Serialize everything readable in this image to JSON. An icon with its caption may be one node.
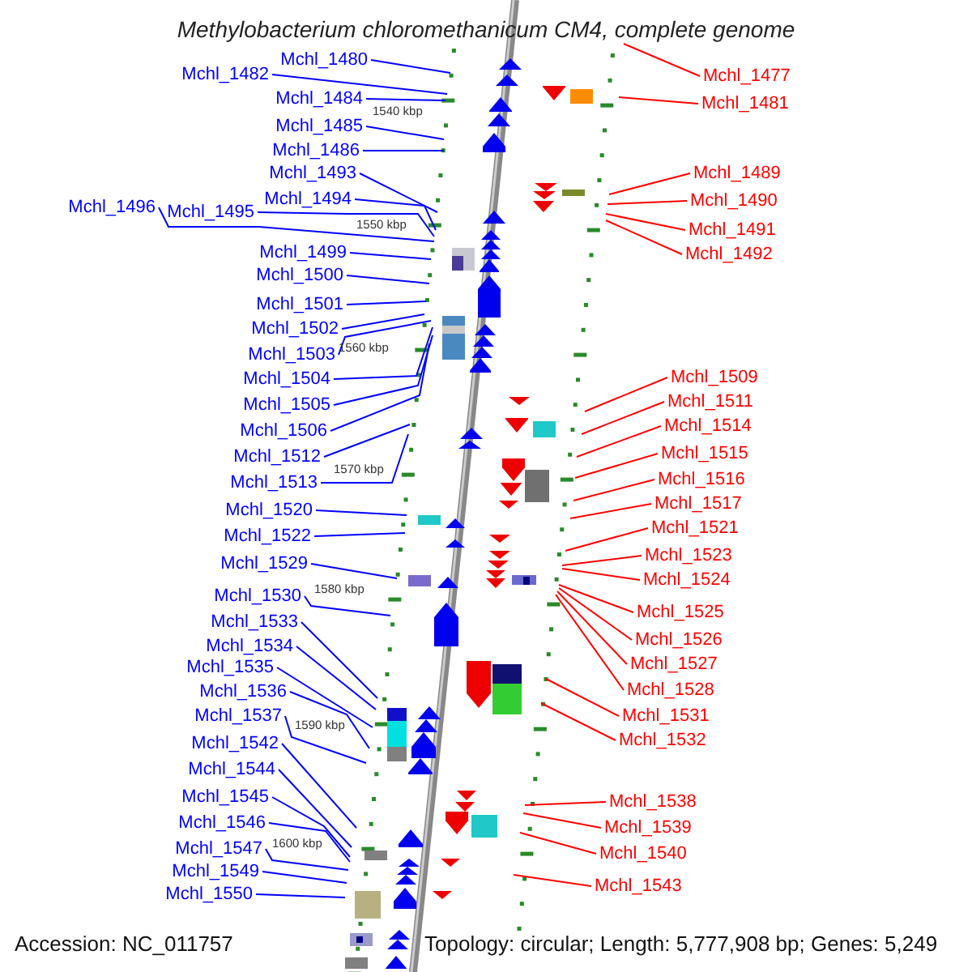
{
  "diagram": {
    "title": "Methylobacterium chloromethanicum CM4, complete genome",
    "nodes": [
      {
        "text": [
          "Mchl_1480"
        ]
      },
      {
        "text": [
          "Mchl_1482"
        ]
      },
      {
        "text": [
          "Mchl_1484"
        ]
      },
      {
        "text": [
          "Mchl_1485"
        ]
      },
      {
        "text": [
          "Mchl_1486"
        ]
      },
      {
        "text": [
          "Mchl_1493"
        ]
      },
      {
        "text": [
          "Mchl_1494"
        ]
      },
      {
        "text": [
          "Mchl_1496"
        ]
      },
      {
        "text": [
          "Mchl_1495"
        ]
      },
      {
        "text": [
          "Mchl_1499"
        ]
      },
      {
        "text": [
          "Mchl_1500"
        ]
      },
      {
        "text": [
          "Mchl_1501"
        ]
      },
      {
        "text": [
          "Mchl_1502"
        ]
      },
      {
        "text": [
          "Mchl_1503"
        ]
      },
      {
        "text": [
          "Mchl_1504"
        ]
      },
      {
        "text": [
          "Mchl_1505"
        ]
      },
      {
        "text": [
          "Mchl_1506"
        ]
      },
      {
        "text": [
          "Mchl_1512"
        ]
      },
      {
        "text": [
          "Mchl_1513"
        ]
      },
      {
        "text": [
          "Mchl_1520"
        ]
      },
      {
        "text": [
          "Mchl_1522"
        ]
      },
      {
        "text": [
          "Mchl_1529"
        ]
      },
      {
        "text": [
          "Mchl_1530"
        ]
      },
      {
        "text": [
          "Mchl_1533"
        ]
      },
      {
        "text": [
          "Mchl_1534"
        ]
      },
      {
        "text": [
          "Mchl_1535"
        ]
      },
      {
        "text": [
          "Mchl_1536"
        ]
      },
      {
        "text": [
          "Mchl_1537"
        ]
      },
      {
        "text": [
          "Mchl_1542"
        ]
      },
      {
        "text": [
          "Mchl_1544"
        ]
      },
      {
        "text": [
          "Mchl_1545"
        ]
      },
      {
        "text": [
          "Mchl_1546"
        ]
      },
      {
        "text": [
          "Mchl_1547"
        ]
      },
      {
        "text": [
          "Mchl_1549"
        ]
      },
      {
        "text": [
          "Mchl_1550"
        ]
      },
      {
        "text": [
          "Mchl_1477"
        ]
      },
      {
        "text": [
          "Mchl_1481"
        ]
      },
      {
        "text": [
          "Mchl_1489"
        ]
      },
      {
        "text": [
          "Mchl_1490"
        ]
      },
      {
        "text": [
          "Mchl_1491"
        ]
      },
      {
        "text": [
          "Mchl_1492"
        ]
      },
      {
        "text": [
          "Mchl_1509"
        ]
      },
      {
        "text": [
          "Mchl_1511"
        ]
      },
      {
        "text": [
          "Mchl_1514"
        ]
      },
      {
        "text": [
          "Mchl_1515"
        ]
      },
      {
        "text": [
          "Mchl_1516"
        ]
      },
      {
        "text": [
          "Mchl_1517"
        ]
      },
      {
        "text": [
          "Mchl_1521"
        ]
      },
      {
        "text": [
          "Mchl_1523"
        ]
      },
      {
        "text": [
          "Mchl_1524"
        ]
      },
      {
        "text": [
          "Mchl_1525"
        ]
      },
      {
        "text": [
          "Mchl_1526"
        ]
      },
      {
        "text": [
          "Mchl_1527"
        ]
      },
      {
        "text": [
          "Mchl_1528"
        ]
      },
      {
        "text": [
          "Mchl_1531"
        ]
      },
      {
        "text": [
          "Mchl_1532"
        ]
      },
      {
        "text": [
          "Mchl_1538"
        ]
      },
      {
        "text": [
          "Mchl_1539"
        ]
      },
      {
        "text": [
          "Mchl_1540"
        ]
      },
      {
        "text": [
          "Mchl_1543"
        ]
      }
    ],
    "edges": [
      {
        "from": 0,
        "to": null,
        "arrow": "none"
      },
      {
        "from": 1,
        "to": null,
        "arrow": "none"
      },
      {
        "from": 2,
        "to": null,
        "arrow": "none"
      },
      {
        "from": 3,
        "to": null,
        "arrow": "none"
      },
      {
        "from": 4,
        "to": null,
        "arrow": "none"
      },
      {
        "from": 5,
        "to": null,
        "arrow": "none"
      },
      {
        "from": 6,
        "to": null,
        "arrow": "none"
      },
      {
        "from": 7,
        "to": null,
        "arrow": "none"
      },
      {
        "from": 8,
        "to": null,
        "arrow": "none"
      },
      {
        "from": 9,
        "to": null,
        "arrow": "none"
      },
      {
        "from": 10,
        "to": null,
        "arrow": "none"
      },
      {
        "from": 11,
        "to": null,
        "arrow": "none"
      },
      {
        "from": 12,
        "to": null,
        "arrow": "none"
      },
      {
        "from": 13,
        "to": null,
        "arrow": "none"
      },
      {
        "from": 14,
        "to": null,
        "arrow": "none"
      },
      {
        "from": 15,
        "to": null,
        "arrow": "none"
      },
      {
        "from": 16,
        "to": null,
        "arrow": "none"
      },
      {
        "from": 17,
        "to": null,
        "arrow": "none"
      },
      {
        "from": 18,
        "to": null,
        "arrow": "none"
      },
      {
        "from": 19,
        "to": null,
        "arrow": "none"
      },
      {
        "from": 20,
        "to": null,
        "arrow": "none"
      },
      {
        "from": 21,
        "to": null,
        "arrow": "none"
      },
      {
        "from": 22,
        "to": null,
        "arrow": "none"
      },
      {
        "from": 23,
        "to": null,
        "arrow": "none"
      },
      {
        "from": 24,
        "to": null,
        "arrow": "none"
      },
      {
        "from": 25,
        "to": null,
        "arrow": "none"
      },
      {
        "from": 26,
        "to": null,
        "arrow": "none"
      },
      {
        "from": 27,
        "to": null,
        "arrow": "none"
      },
      {
        "from": 28,
        "to": null,
        "arrow": "none"
      },
      {
        "from": 29,
        "to": null,
        "arrow": "none"
      },
      {
        "from": 30,
        "to": null,
        "arrow": "none"
      },
      {
        "from": 31,
        "to": null,
        "arrow": "none"
      },
      {
        "from": 32,
        "to": null,
        "arrow": "none"
      },
      {
        "from": 33,
        "to": null,
        "arrow": "none"
      },
      {
        "from": 34,
        "to": null,
        "arrow": "none"
      },
      {
        "from": 35,
        "to": null,
        "arrow": "none",
        "color": "#ff0000"
      },
      {
        "from": 36,
        "to": null,
        "arrow": "none",
        "color": "#ff0000"
      },
      {
        "from": 37,
        "to": null,
        "arrow": "none",
        "color": "#ff0000"
      },
      {
        "from": 38,
        "to": null,
        "arrow": "none",
        "color": "#ff0000"
      },
      {
        "from": 39,
        "to": null,
        "arrow": "none",
        "color": "#ff0000"
      },
      {
        "from": 40,
        "to": null,
        "arrow": "none",
        "color": "#ff0000"
      },
      {
        "from": 41,
        "to": null,
        "arrow": "none",
        "color": "#ff0000"
      },
      {
        "from": 42,
        "to": null,
        "arrow": "none",
        "color": "#ff0000"
      },
      {
        "from": 43,
        "to": null,
        "arrow": "none",
        "color": "#ff0000"
      },
      {
        "from": 44,
        "to": null,
        "arrow": "none",
        "color": "#ff0000"
      },
      {
        "from": 45,
        "to": null,
        "arrow": "none",
        "color": "#ff0000"
      },
      {
        "from": 46,
        "to": null,
        "arrow": "none",
        "color": "#ff0000"
      },
      {
        "from": 47,
        "to": null,
        "arrow": "none",
        "color": "#ff0000"
      },
      {
        "from": 48,
        "to": null,
        "arrow": "none",
        "color": "#ff0000"
      },
      {
        "from": 49,
        "to": null,
        "arrow": "none",
        "color": "#ff0000"
      },
      {
        "from": 50,
        "to": null,
        "arrow": "none",
        "color": "#ff0000"
      },
      {
        "from": 51,
        "to": null,
        "arrow": "none",
        "color": "#ff0000"
      },
      {
        "from": 52,
        "to": null,
        "arrow": "none",
        "color": "#ff0000"
      },
      {
        "from": 53,
        "to": null,
        "arrow": "none",
        "color": "#ff0000"
      },
      {
        "from": 54,
        "to": null,
        "arrow": "none",
        "color": "#ff0000"
      },
      {
        "from": 55,
        "to": null,
        "arrow": "none",
        "color": "#ff0000"
      },
      {
        "from": 56,
        "to": null,
        "arrow": "none",
        "color": "#ff0000"
      },
      {
        "from": 57,
        "to": null,
        "arrow": "none",
        "color": "#ff0000"
      },
      {
        "from": 58,
        "to": null,
        "arrow": "none",
        "color": "#ff0000"
      },
      {
        "from": 59,
        "to": null,
        "arrow": "none",
        "color": "#ff0000"
      }
    ],
    "labels": [
      "1540 kbp",
      "1550 kbp",
      "1560 kbp",
      "1570 kbp",
      "1580 kbp",
      "1590 kbp",
      "1600 kbp",
      "Accession: NC_011757",
      "Topology: circular; Length: 5,777,908 bp; Genes: 5,249"
    ]
  }
}
